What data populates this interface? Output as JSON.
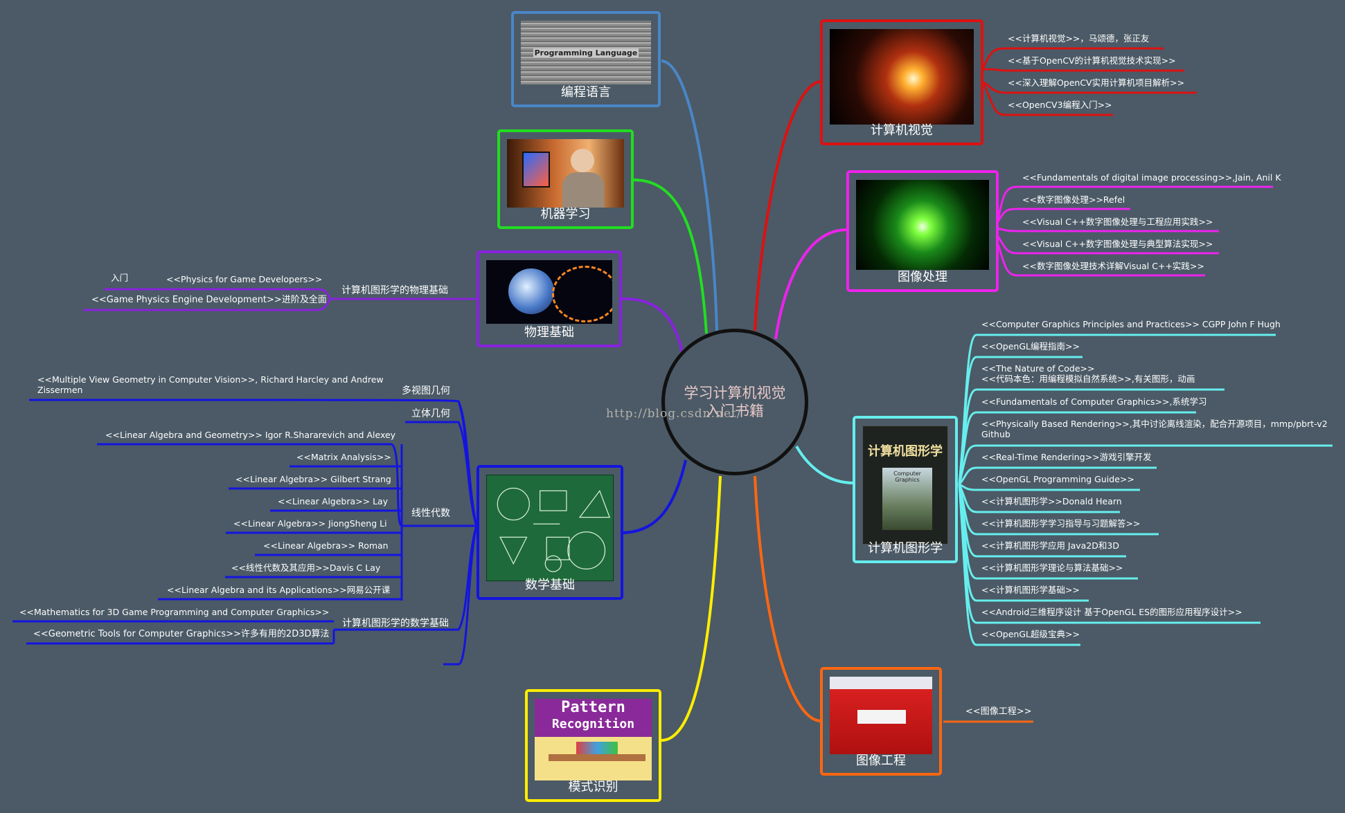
{
  "center": {
    "line1": "学习计算机视觉",
    "line2": "入门书籍",
    "watermark": "http://blog.csdn.net/"
  },
  "colors": {
    "background": "#4b5a66",
    "programming": "#4a86c8",
    "ml": "#22dd22",
    "physics": "#8822dd",
    "math": "#1414e0",
    "pattern": "#ffee00",
    "cv": "#dd1111",
    "ip": "#ee22ee",
    "cg": "#66eeee",
    "ie": "#ff6611"
  },
  "topics": {
    "programming": {
      "label": "编程语言",
      "image_text": "Programming Language"
    },
    "ml": {
      "label": "机器学习"
    },
    "physics": {
      "label": "物理基础",
      "sub": "计算机图形学的物理基础",
      "items": [
        {
          "tag": "入门",
          "text": "<<Physics for Game Developers>>"
        },
        {
          "text": "<<Game Physics Engine Development>>进阶及全面"
        }
      ]
    },
    "math": {
      "label": "数学基础",
      "multiview": {
        "label": "多视图几何",
        "text": "<<Multiple View Geometry in Computer Vision>>, Richard Harcley and Andrew Zissermen"
      },
      "solid": {
        "label": "立体几何"
      },
      "linear": {
        "label": "线性代数",
        "items": [
          "<<Linear Algebra and Geometry>> Igor R.Shararevich and Alexey",
          "<<Matrix Analysis>>",
          "<<Linear Algebra>> Gilbert Strang",
          "<<Linear Algebra>> Lay",
          "<<Linear Algebra>> JiongSheng Li",
          "<<Linear Algebra>> Roman",
          "<<线性代数及其应用>>Davis C Lay",
          "<<Linear Algebra and its Applications>>网易公开课"
        ]
      },
      "cgmath": {
        "label": "计算机图形学的数学基础",
        "items": [
          "<<Mathematics for 3D Game Programming and Computer Graphics>>",
          "<<Geometric Tools for Computer Graphics>>许多有用的2D3D算法"
        ]
      }
    },
    "pattern": {
      "label": "模式识别",
      "image_line1": "Pattern",
      "image_line2": "Recognition"
    },
    "cv": {
      "label": "计算机视觉",
      "items": [
        "<<计算机视觉>>，马颂德，张正友",
        "<<基于OpenCV的计算机视觉技术实现>>",
        "<<深入理解OpenCV实用计算机项目解析>>",
        "<<OpenCV3编程入门>>"
      ]
    },
    "ip": {
      "label": "图像处理",
      "items": [
        "<<Fundamentals of digital image processing>>,Jain, Anil K",
        "<<数字图像处理>>Refel",
        "<<Visual C++数字图像处理与工程应用实践>>",
        "<<Visual C++数字图像处理与典型算法实现>>",
        "<<数字图像处理技术详解Visual C++实践>>"
      ]
    },
    "cg": {
      "label": "计算机图形学",
      "book_title": "计算机图形学",
      "book_sub": "Computer Graphics",
      "items": [
        "<<Computer Graphics Principles and Practices>> CGPP John F Hugh",
        "<<OpenGL编程指南>>",
        "<<The Nature of Code>>",
        "<<代码本色：用编程模拟自然系统>>,有关图形，动画",
        "<<Fundamentals of Computer Graphics>>,系统学习",
        "<<Physically Based Rendering>>,其中讨论离线渲染，配合开源项目，mmp/pbrt-v2 Github",
        "<<Real-Time Rendering>>游戏引擎开发",
        "<<OpenGL Programming Guide>>",
        "<<计算机图形学>>Donald Hearn",
        "<<计算机图形学学习指导与习题解答>>",
        "<<计算机图形学应用 Java2D和3D",
        "<<计算机图形学理论与算法基础>>",
        "<<计算机图形学基础>>",
        "<<Android三维程序设计 基于OpenGL ES的图形应用程序设计>>",
        "<<OpenGL超级宝典>>"
      ]
    },
    "ie": {
      "label": "图像工程",
      "items": [
        "<<图像工程>>"
      ]
    }
  }
}
